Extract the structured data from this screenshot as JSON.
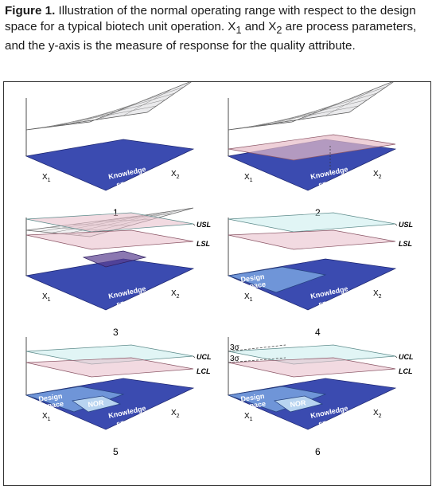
{
  "caption": {
    "label": "Figure 1.",
    "text_before": " Illustration of the normal operating range with respect to the design space for a typical biotech unit operation. X",
    "sub1": "1",
    "and": " and X",
    "sub2": "2",
    "text_after": " are process parameters, and the y-axis is the measure of response for the quality attribute."
  },
  "panels": [
    {
      "number": "1"
    },
    {
      "number": "2"
    },
    {
      "number": "3"
    },
    {
      "number": "4"
    },
    {
      "number": "5"
    },
    {
      "number": "6"
    }
  ],
  "labels": {
    "x1": "X",
    "x1_sub": "1",
    "x2": "X",
    "x2_sub": "2",
    "knowledge_l1": "Knowledge",
    "knowledge_l2": "space",
    "design_l1": "Design",
    "design_l2": "space",
    "nor": "NOR",
    "usl": "USL",
    "lsl": "LSL",
    "ucl": "UCL",
    "lcl": "LCL",
    "small_a": "3σ",
    "small_b": "3σ"
  },
  "colors": {
    "knowledge": "#3b4bb0",
    "design": "#6f95d8",
    "nor": "#b8d4f0",
    "response": "#e8e8ea",
    "limit_pink": "#e7bcc8",
    "control_cyan": "#c8ecec"
  }
}
